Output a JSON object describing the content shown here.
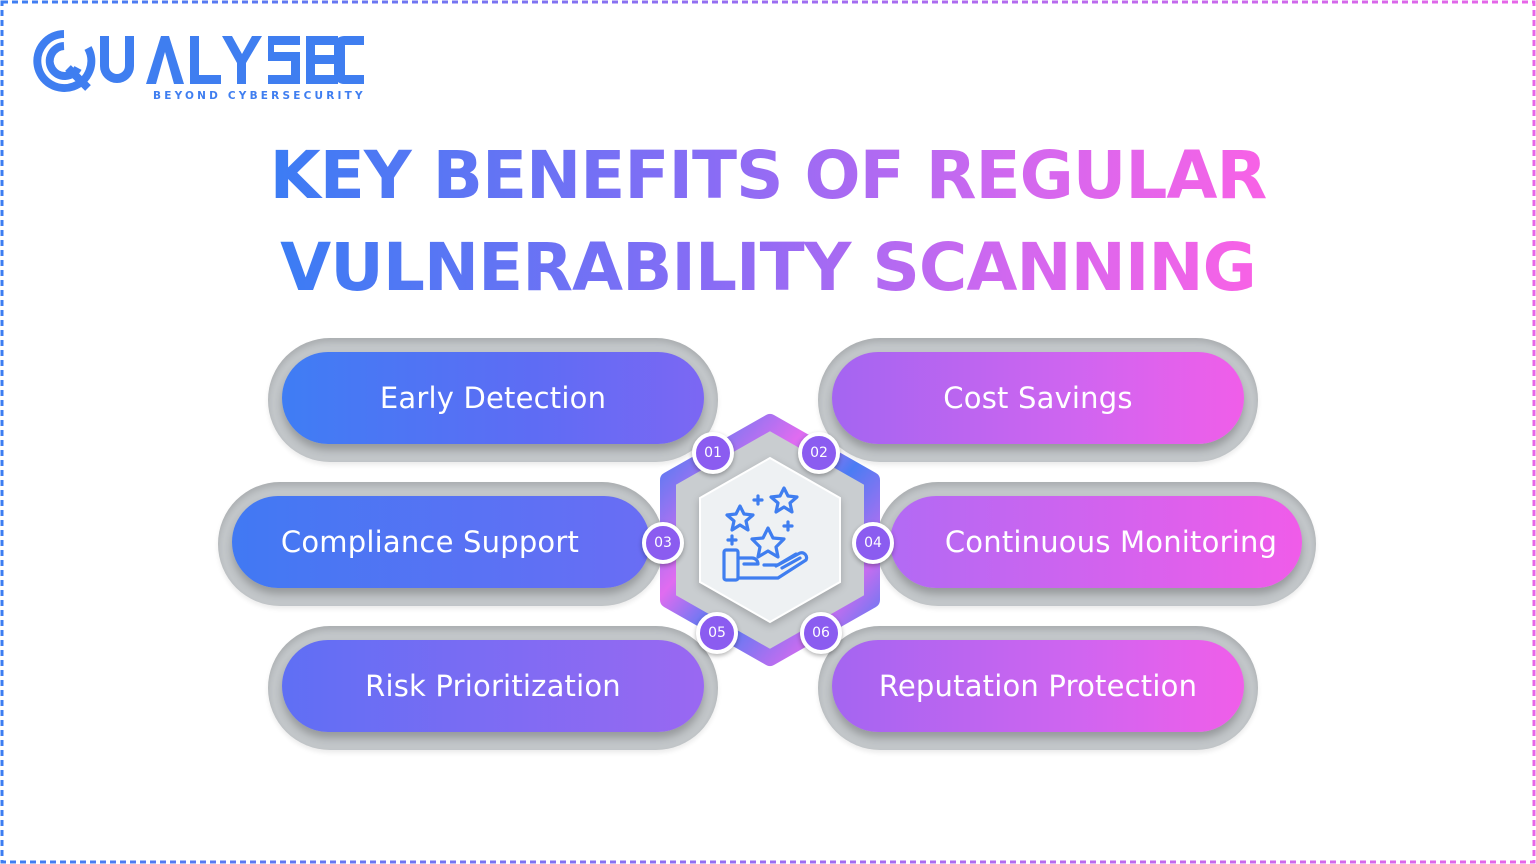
{
  "brand": {
    "name": "QUALYSEC",
    "tagline": "BEYOND CYBERSECURITY",
    "color": "#3f7ef0"
  },
  "title": {
    "line1": "KEY BENEFITS OF REGULAR",
    "line2": "VULNERABILITY SCANNING",
    "gradient_start": "#3b7cf4",
    "gradient_end": "#f862e6"
  },
  "center_icon": "hand-holding-stars-icon",
  "benefits": [
    {
      "number": "01",
      "label": "Early Detection"
    },
    {
      "number": "02",
      "label": "Cost Savings"
    },
    {
      "number": "03",
      "label": "Compliance Support"
    },
    {
      "number": "04",
      "label": "Continuous Monitoring"
    },
    {
      "number": "05",
      "label": "Risk Prioritization"
    },
    {
      "number": "06",
      "label": "Reputation Protection"
    }
  ],
  "colors": {
    "blue": "#3f7df4",
    "purple": "#8b5cf0",
    "pink": "#f05ee9",
    "pill_track": "#c2c6c9"
  }
}
